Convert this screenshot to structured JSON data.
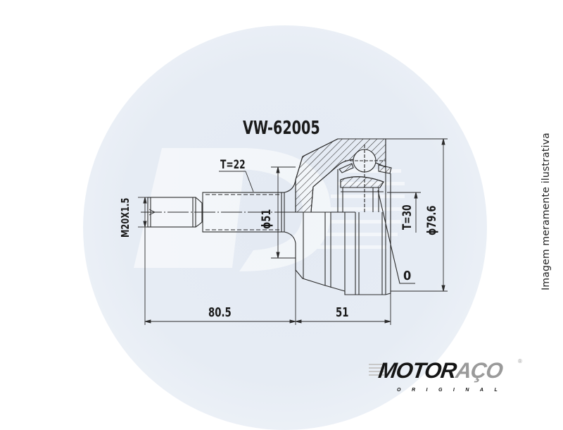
{
  "drawing": {
    "part_number": "VW-62005",
    "labels": {
      "thread_spec": "M20X1.5",
      "spline_teeth_outer": "T=22",
      "shaft_diameter": "ϕ51",
      "spline_teeth_inner": "T=30",
      "outer_diameter": "ϕ79.6",
      "abs_ring": "0",
      "length_shaft": "80.5",
      "length_body": "51"
    },
    "colors": {
      "line": "#2a2a2a",
      "background_circle": "#e6ecf4"
    }
  },
  "side_note": "Imagem meramente ilustrativa",
  "brand": {
    "name_part1": "MOTOR",
    "name_part2": "AÇO",
    "registered": "®",
    "tagline": "ORIGINAL",
    "colors": {
      "primary": "#151515",
      "secondary": "#9a9a9a"
    }
  }
}
